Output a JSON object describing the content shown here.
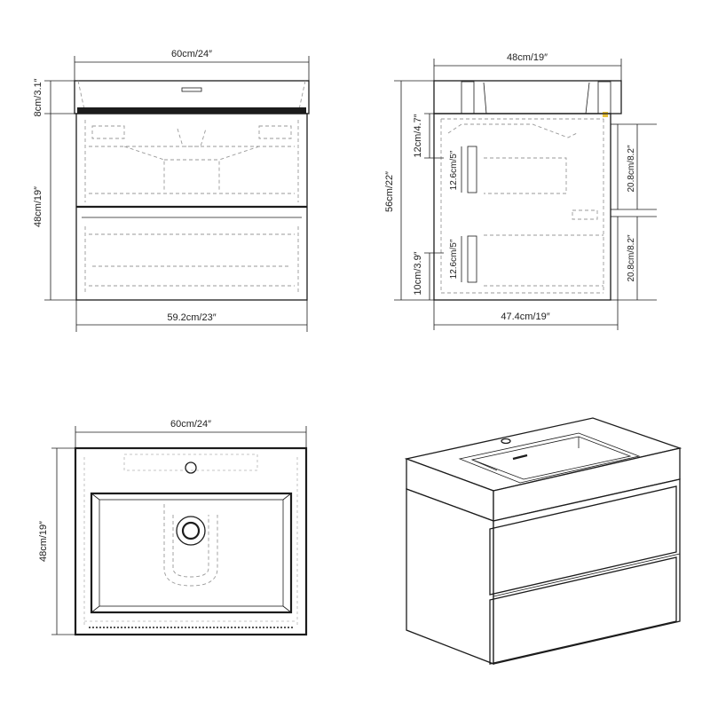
{
  "dimensions": {
    "front_top_width": "60cm/24″",
    "front_top_height": "8cm/3.1″",
    "front_body_height": "48cm/19″",
    "front_bottom_width": "59.2cm/23″",
    "side_top_depth": "48cm/19″",
    "side_total_height": "56cm/22″",
    "side_upper_offset": "12cm/4.7″",
    "side_upper_drawer_inner": "12.6cm/5″",
    "side_lower_drawer_inner": "12.6cm/5″",
    "side_bottom_offset": "10cm/3.9″",
    "side_upper_drawer_front": "20.8cm/8.2″",
    "side_lower_drawer_front": "20.8cm/8.2″",
    "side_bottom_depth": "47.4cm/19″",
    "plan_width": "60cm/24″",
    "plan_depth": "48cm/19″"
  },
  "colors": {
    "line": "#1c1c1c",
    "hidden_line": "#9a9a9a",
    "accent_mark": "#e8c23a"
  }
}
